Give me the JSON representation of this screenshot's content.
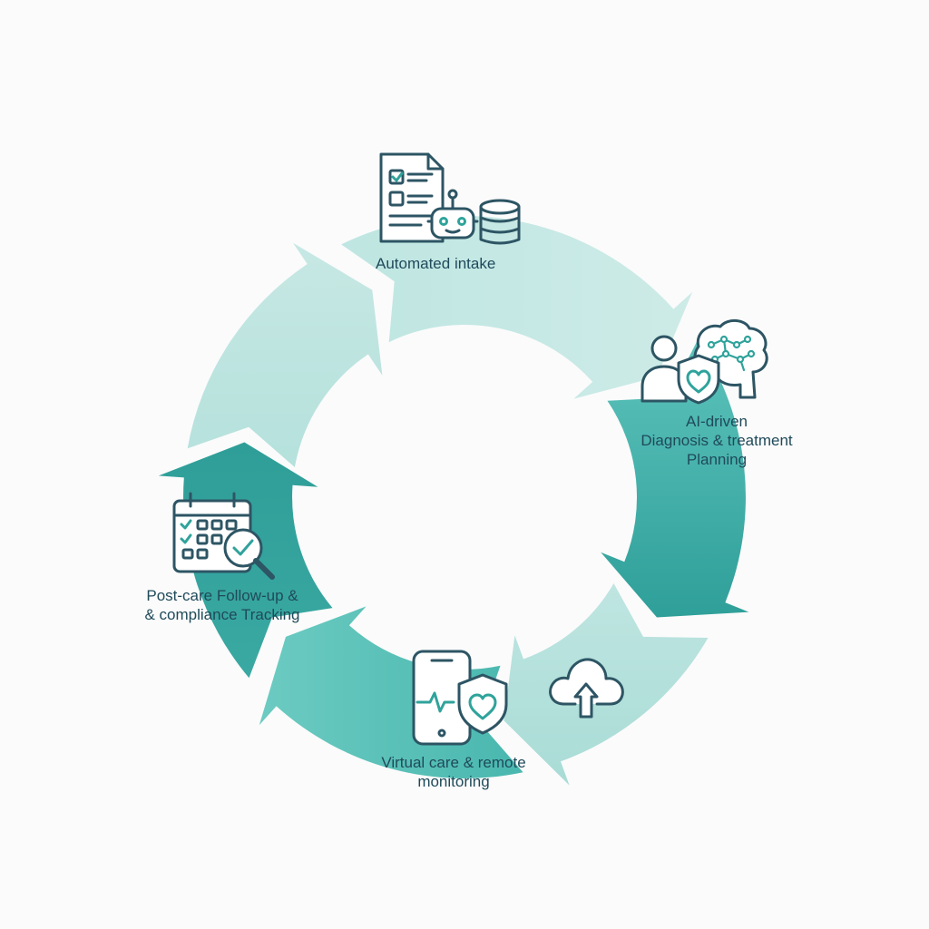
{
  "diagram": {
    "steps": [
      {
        "label_lines": [
          "Automated intake"
        ],
        "icon": "intake-document-robot-database-icon"
      },
      {
        "label_lines": [
          "AI-driven",
          "Diagnosis & treatment",
          "Planning"
        ],
        "icon": "person-shield-brain-icon"
      },
      {
        "label_lines": [],
        "icon": "cloud-upload-icon"
      },
      {
        "label_lines": [
          "Virtual care & remote",
          "monitoring"
        ],
        "icon": "phone-heartbeat-shield-icon"
      },
      {
        "label_lines": [
          "Post-care Follow-up &",
          "& compliance Tracking"
        ],
        "icon": "calendar-magnifier-check-icon"
      }
    ],
    "colors": {
      "arrow_light": "#c3e7e3",
      "arrow_mid": "#64c6be",
      "arrow_dark": "#34a8a2",
      "icon_stroke": "#2d5564",
      "icon_accent": "#2fa39b",
      "text": "#1f4a5a"
    }
  }
}
